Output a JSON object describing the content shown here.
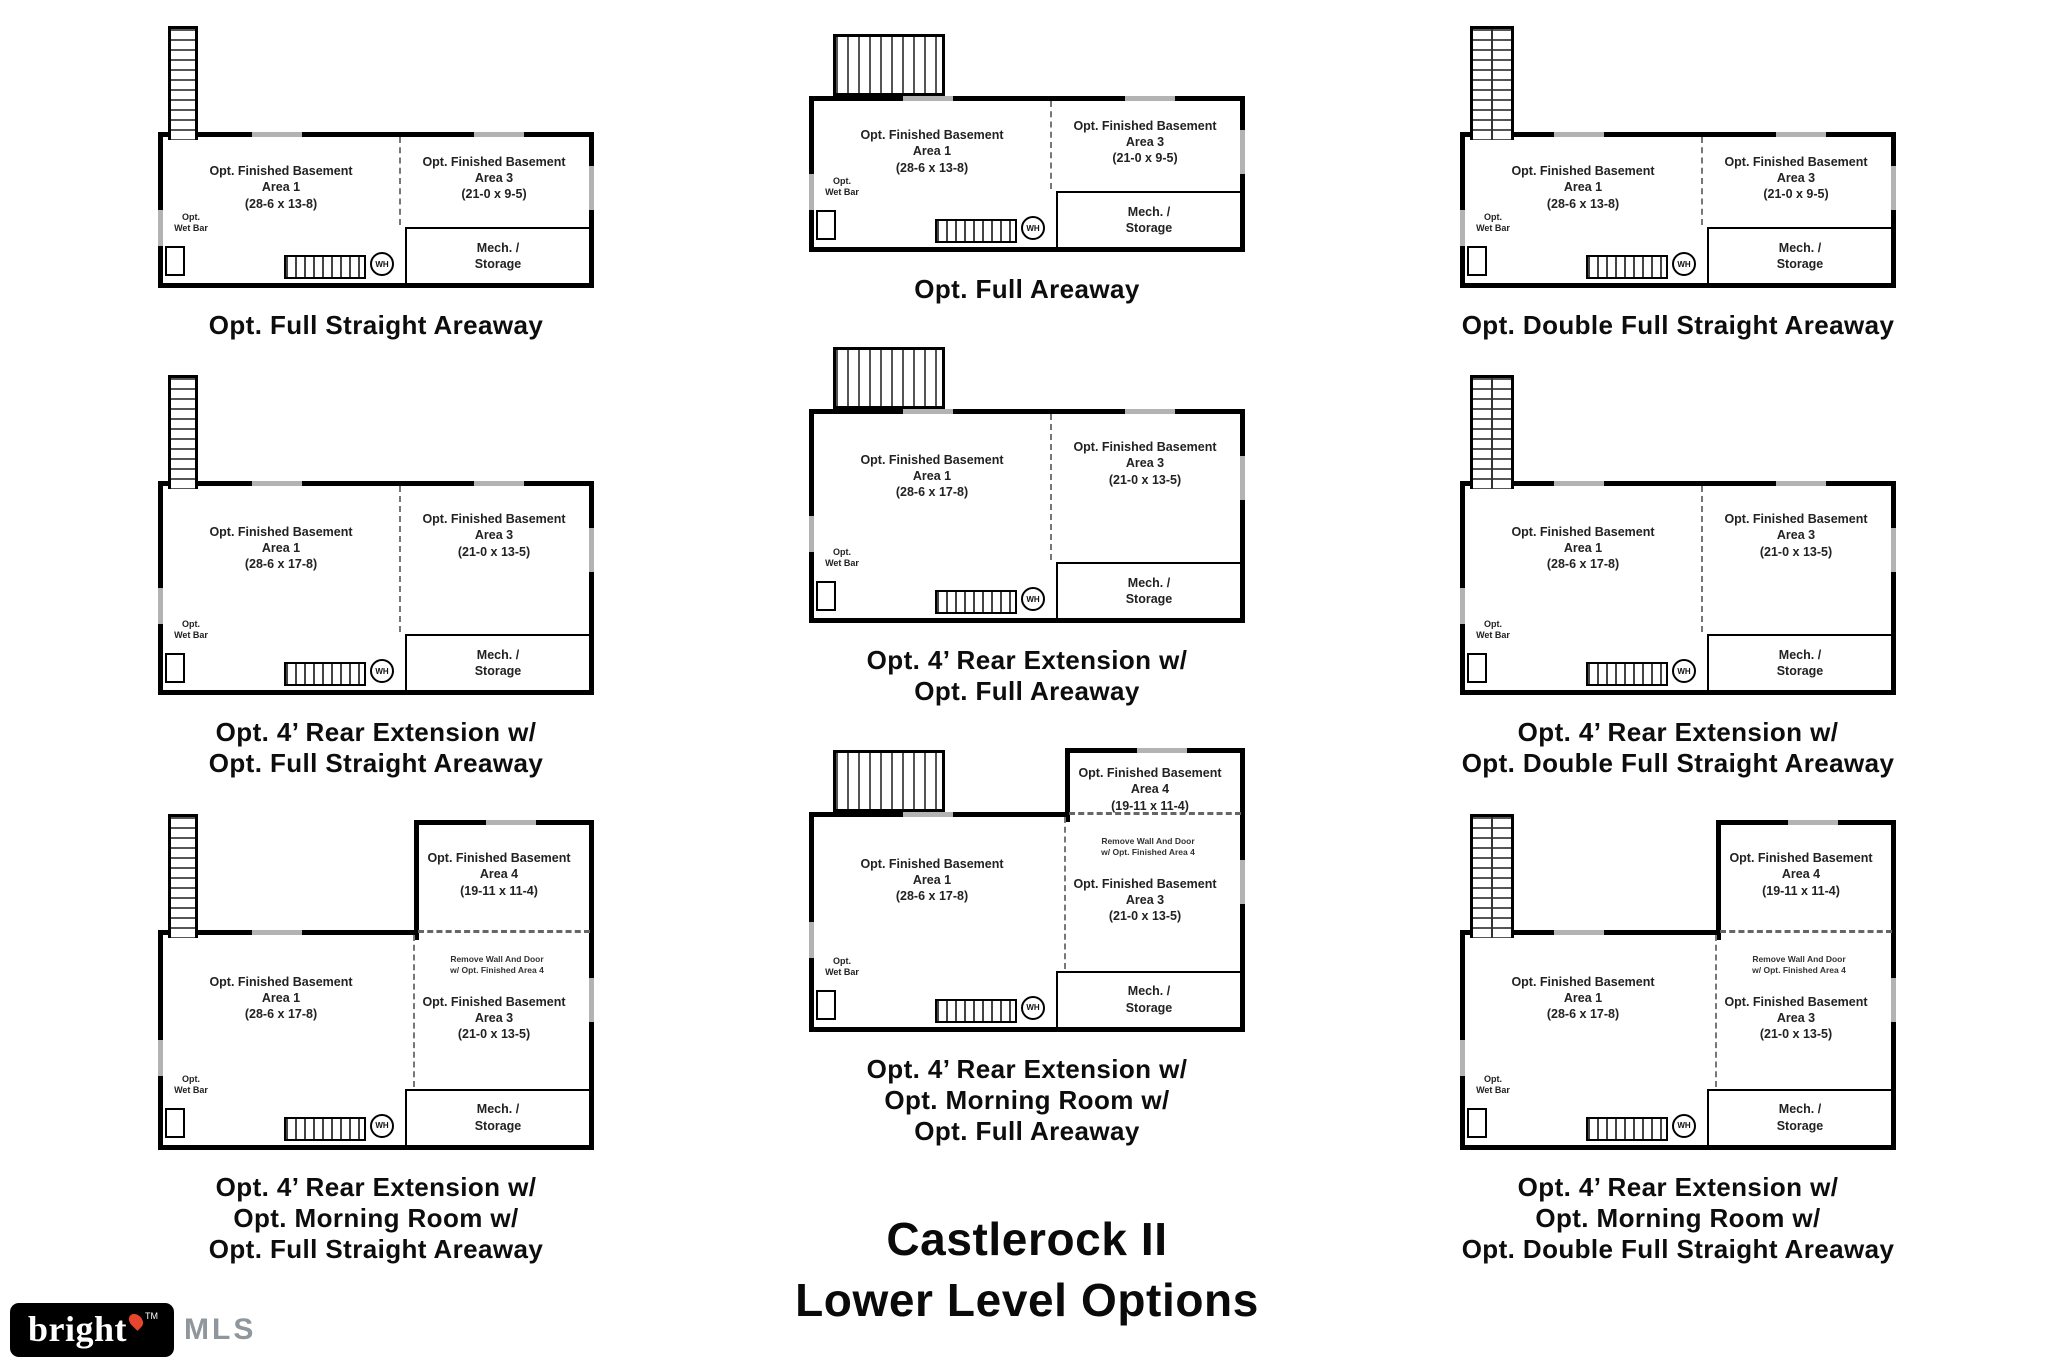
{
  "title": {
    "line1": "Castlerock II",
    "line2": "Lower Level Options"
  },
  "logo": {
    "brand": "bright",
    "mls": "MLS",
    "tm": "TM"
  },
  "plans": [
    {
      "id": "full-straight-areaway",
      "col": 0,
      "row": 1,
      "variant": "base",
      "areaway": "straight",
      "caption": "Opt. Full Straight Areaway",
      "rooms": {
        "area1": "Opt. Finished Basement\nArea 1\n(28-6 x 13-8)",
        "area3": "Opt. Finished Basement\nArea 3\n(21-0 x 9-5)",
        "mech": "Mech. /\nStorage",
        "wetbar": "Opt.\nWet Bar",
        "wh": "WH"
      }
    },
    {
      "id": "full-areaway",
      "col": 1,
      "row": 1,
      "variant": "base",
      "areaway": "full",
      "caption": "Opt. Full Areaway",
      "rooms": {
        "area1": "Opt. Finished Basement\nArea 1\n(28-6 x 13-8)",
        "area3": "Opt. Finished Basement\nArea 3\n(21-0 x 9-5)",
        "mech": "Mech. /\nStorage",
        "wetbar": "Opt.\nWet Bar",
        "wh": "WH"
      }
    },
    {
      "id": "double-full-straight-areaway",
      "col": 2,
      "row": 1,
      "variant": "base",
      "areaway": "double",
      "caption": "Opt. Double Full Straight Areaway",
      "rooms": {
        "area1": "Opt. Finished Basement\nArea 1\n(28-6 x 13-8)",
        "area3": "Opt. Finished Basement\nArea 3\n(21-0 x 9-5)",
        "mech": "Mech. /\nStorage",
        "wetbar": "Opt.\nWet Bar",
        "wh": "WH"
      }
    },
    {
      "id": "rear-extension-full-straight-areaway",
      "col": 0,
      "row": 2,
      "variant": "ext",
      "areaway": "straight",
      "caption": "Opt. 4’ Rear Extension w/\nOpt. Full Straight Areaway",
      "rooms": {
        "area1": "Opt. Finished Basement\nArea 1\n(28-6 x 17-8)",
        "area3": "Opt. Finished Basement\nArea 3\n(21-0 x 13-5)",
        "mech": "Mech. /\nStorage",
        "wetbar": "Opt.\nWet Bar",
        "wh": "WH"
      }
    },
    {
      "id": "rear-extension-full-areaway",
      "col": 1,
      "row": 2,
      "variant": "ext",
      "areaway": "full",
      "caption": "Opt. 4’ Rear Extension w/\nOpt. Full Areaway",
      "rooms": {
        "area1": "Opt. Finished Basement\nArea 1\n(28-6 x 17-8)",
        "area3": "Opt. Finished Basement\nArea 3\n(21-0 x 13-5)",
        "mech": "Mech. /\nStorage",
        "wetbar": "Opt.\nWet Bar",
        "wh": "WH"
      }
    },
    {
      "id": "rear-extension-double-full-straight-areaway",
      "col": 2,
      "row": 2,
      "variant": "ext",
      "areaway": "double",
      "caption": "Opt. 4’ Rear Extension w/\nOpt. Double Full Straight Areaway",
      "rooms": {
        "area1": "Opt. Finished Basement\nArea 1\n(28-6 x 17-8)",
        "area3": "Opt. Finished Basement\nArea 3\n(21-0 x 13-5)",
        "mech": "Mech. /\nStorage",
        "wetbar": "Opt.\nWet Bar",
        "wh": "WH"
      }
    },
    {
      "id": "rear-extension-morning-room-full-straight-areaway",
      "col": 0,
      "row": 3,
      "variant": "morning",
      "areaway": "straight",
      "caption": "Opt. 4’ Rear Extension w/\nOpt. Morning Room w/\nOpt. Full Straight Areaway",
      "rooms": {
        "area4": "Opt. Finished Basement\nArea 4\n(19-11 x 11-4)",
        "note": "Remove Wall And Door\nw/ Opt. Finished Area 4",
        "area1": "Opt. Finished Basement\nArea 1\n(28-6 x 17-8)",
        "area3": "Opt. Finished Basement\nArea 3\n(21-0 x 13-5)",
        "mech": "Mech. /\nStorage",
        "wetbar": "Opt.\nWet Bar",
        "wh": "WH"
      }
    },
    {
      "id": "rear-extension-morning-room-full-areaway",
      "col": 1,
      "row": 3,
      "variant": "morning",
      "areaway": "full",
      "caption": "Opt. 4’ Rear Extension w/\nOpt. Morning Room w/\nOpt. Full Areaway",
      "rooms": {
        "area4": "Opt. Finished Basement\nArea 4\n(19-11 x 11-4)",
        "note": "Remove Wall And Door\nw/ Opt. Finished Area 4",
        "area1": "Opt. Finished Basement\nArea 1\n(28-6 x 17-8)",
        "area3": "Opt. Finished Basement\nArea 3\n(21-0 x 13-5)",
        "mech": "Mech. /\nStorage",
        "wetbar": "Opt.\nWet Bar",
        "wh": "WH"
      }
    },
    {
      "id": "rear-extension-morning-room-double-full-straight-areaway",
      "col": 2,
      "row": 3,
      "variant": "morning",
      "areaway": "double",
      "caption": "Opt. 4’ Rear Extension w/\nOpt. Morning Room w/\nOpt. Double Full Straight Areaway",
      "rooms": {
        "area4": "Opt. Finished Basement\nArea 4\n(19-11 x 11-4)",
        "note": "Remove Wall And Door\nw/ Opt. Finished Area 4",
        "area1": "Opt. Finished Basement\nArea 1\n(28-6 x 17-8)",
        "area3": "Opt. Finished Basement\nArea 3\n(21-0 x 13-5)",
        "mech": "Mech. /\nStorage",
        "wetbar": "Opt.\nWet Bar",
        "wh": "WH"
      }
    }
  ]
}
